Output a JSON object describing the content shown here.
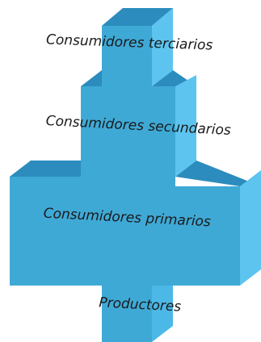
{
  "diagram": {
    "colors": {
      "front": "#3fa9d6",
      "top": "#2b8cbd",
      "side": "#5cc4ef",
      "text": "#1a1a1a"
    },
    "levels": [
      {
        "label": "Consumidores terciarios"
      },
      {
        "label": "Consumidores secundarios"
      },
      {
        "label": "Consumidores primarios"
      },
      {
        "label": "Productores"
      }
    ]
  }
}
